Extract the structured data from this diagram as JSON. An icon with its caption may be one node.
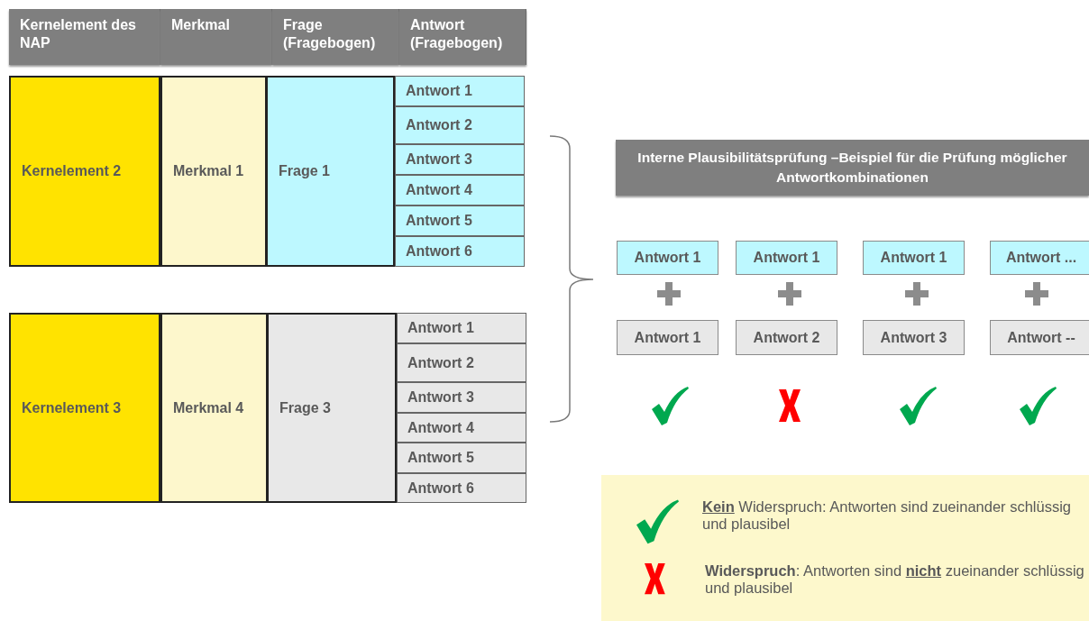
{
  "diagram": {
    "nodes": [
      {
        "text": [
          "Kernelement des NAP"
        ]
      },
      {
        "text": [
          "Merkmal"
        ]
      },
      {
        "text": [
          "Frage (Fragebogen)"
        ]
      },
      {
        "text": [
          "Antwort (Fragebogen)"
        ]
      },
      {
        "text": [
          "Kernelement 2"
        ]
      },
      {
        "text": [
          "Merkmal 1"
        ]
      },
      {
        "text": [
          "Frage 1"
        ]
      },
      {
        "text": [
          "Antwort 1"
        ]
      },
      {
        "text": [
          "Antwort 2"
        ]
      },
      {
        "text": [
          "Antwort 3"
        ]
      },
      {
        "text": [
          "Antwort 4"
        ]
      },
      {
        "text": [
          "Antwort 5"
        ]
      },
      {
        "text": [
          "Antwort 6"
        ]
      },
      {
        "text": [
          "Kernelement 3"
        ]
      },
      {
        "text": [
          "Merkmal 4"
        ]
      },
      {
        "text": [
          "Frage 3"
        ]
      },
      {
        "text": [
          "Antwort 1"
        ]
      },
      {
        "text": [
          "Antwort 2"
        ]
      },
      {
        "text": [
          "Antwort 3"
        ]
      },
      {
        "text": [
          "Antwort 4"
        ]
      },
      {
        "text": [
          "Antwort 5"
        ]
      },
      {
        "text": [
          "Antwort 6"
        ]
      },
      {
        "text": [
          "Interne Plausibilitätsprüfung –Beispiel für die Prüfung möglicher Antwortkombinationen"
        ]
      },
      {
        "text": [
          "Antwort 1"
        ]
      },
      {
        "text": [
          "Antwort 1"
        ]
      },
      {
        "text": [
          "Antwort 1"
        ]
      },
      {
        "text": [
          "Antwort ..."
        ]
      },
      {
        "text": [
          "Antwort 1"
        ]
      },
      {
        "text": [
          "Antwort 2"
        ]
      },
      {
        "text": [
          "Antwort 3"
        ]
      },
      {
        "text": [
          "Antwort --"
        ]
      }
    ],
    "legend": [
      {
        "text": "**Kein** Widerspruch: Antworten sind zueinander schlüssig und plausibel"
      },
      {
        "text": "**Widerspruch**: Antworten sind **nicht** zueinander schlüssig und plausibel"
      }
    ]
  }
}
